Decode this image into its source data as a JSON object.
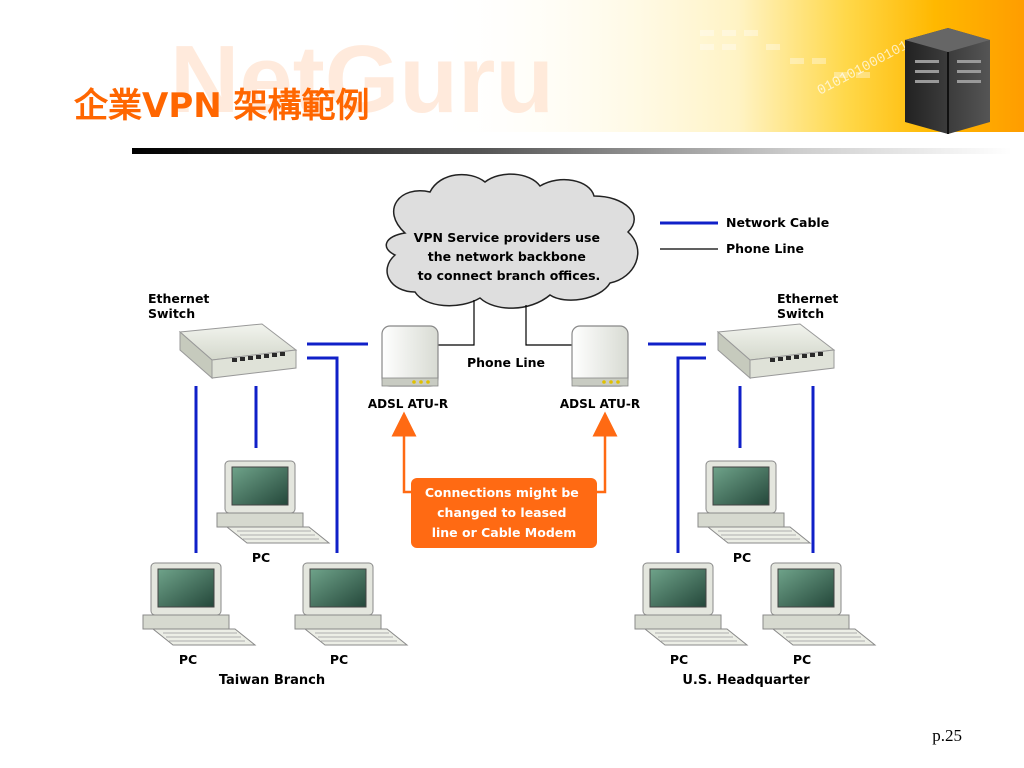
{
  "slide": {
    "title": "企業VPN 架構範例",
    "watermark": "NetGuru",
    "page_number": "p.25"
  },
  "colors": {
    "title": "#ff6600",
    "network_cable": "#1020c8",
    "phone_line": "#000000",
    "callout": "#ff6a13",
    "arrow": "#ff6a13"
  },
  "legend": {
    "network_cable": "Network Cable",
    "phone_line": "Phone Line"
  },
  "cloud_text": [
    "VPN Service providers use",
    "the network backbone",
    "to connect branch offices."
  ],
  "phone_line_label": "Phone Line",
  "callout_text": [
    "Connections might be",
    "changed to leased",
    "line or Cable Modem"
  ],
  "taiwan_branch": {
    "label": "Taiwan Branch",
    "switch_label": [
      "Ethernet",
      "Switch"
    ],
    "modem_label": "ADSL ATU-R",
    "pcs": [
      "PC",
      "PC",
      "PC"
    ]
  },
  "us_headquarter": {
    "label": "U.S. Headquarter",
    "switch_label": [
      "Ethernet",
      "Switch"
    ],
    "modem_label": "ADSL ATU-R",
    "pcs": [
      "PC",
      "PC",
      "PC"
    ]
  }
}
